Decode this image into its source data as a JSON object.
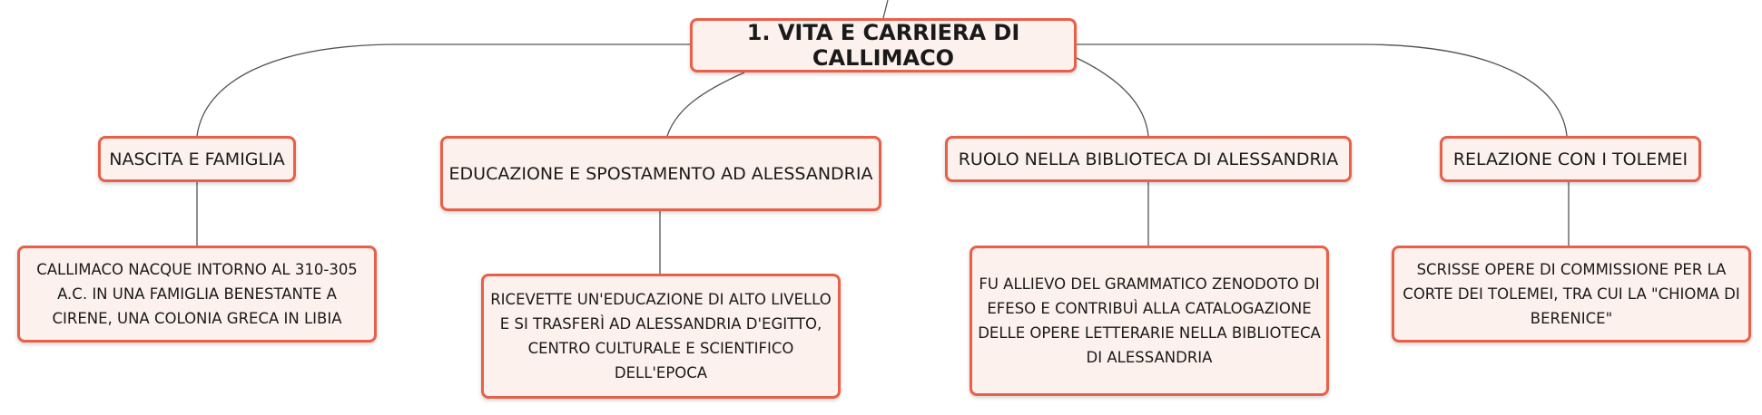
{
  "root": {
    "label": "1. VITA E CARRIERA DI CALLIMACO"
  },
  "topics": [
    {
      "label": "NASCITA E FAMIGLIA",
      "detail": "CALLIMACO NACQUE INTORNO AL 310-305 A.C. IN UNA FAMIGLIA BENESTANTE A CIRENE, UNA COLONIA GRECA IN LIBIA"
    },
    {
      "label": "EDUCAZIONE E SPOSTAMENTO AD ALESSANDRIA",
      "detail": "RICEVETTE UN'EDUCAZIONE DI ALTO LIVELLO E SI TRASFERÌ AD ALESSANDRIA D'EGITTO, CENTRO CULTURALE E SCIENTIFICO DELL'EPOCA"
    },
    {
      "label": "RUOLO NELLA BIBLIOTECA DI ALESSANDRIA",
      "detail": "FU ALLIEVO DEL GRAMMATICO ZENODOTO DI EFESO E CONTRIBUÌ ALLA CATALOGAZIONE DELLE OPERE LETTERARIE NELLA BIBLIOTECA DI ALESSANDRIA"
    },
    {
      "label": "RELAZIONE CON I TOLEMEI",
      "detail": "SCRISSE OPERE DI COMMISSIONE PER LA CORTE DEI TOLEMEI, TRA CUI LA \"CHIOMA DI BERENICE\""
    }
  ],
  "colors": {
    "border": "#e8604a",
    "fill": "#fdf1ed",
    "connector": "#555555"
  }
}
